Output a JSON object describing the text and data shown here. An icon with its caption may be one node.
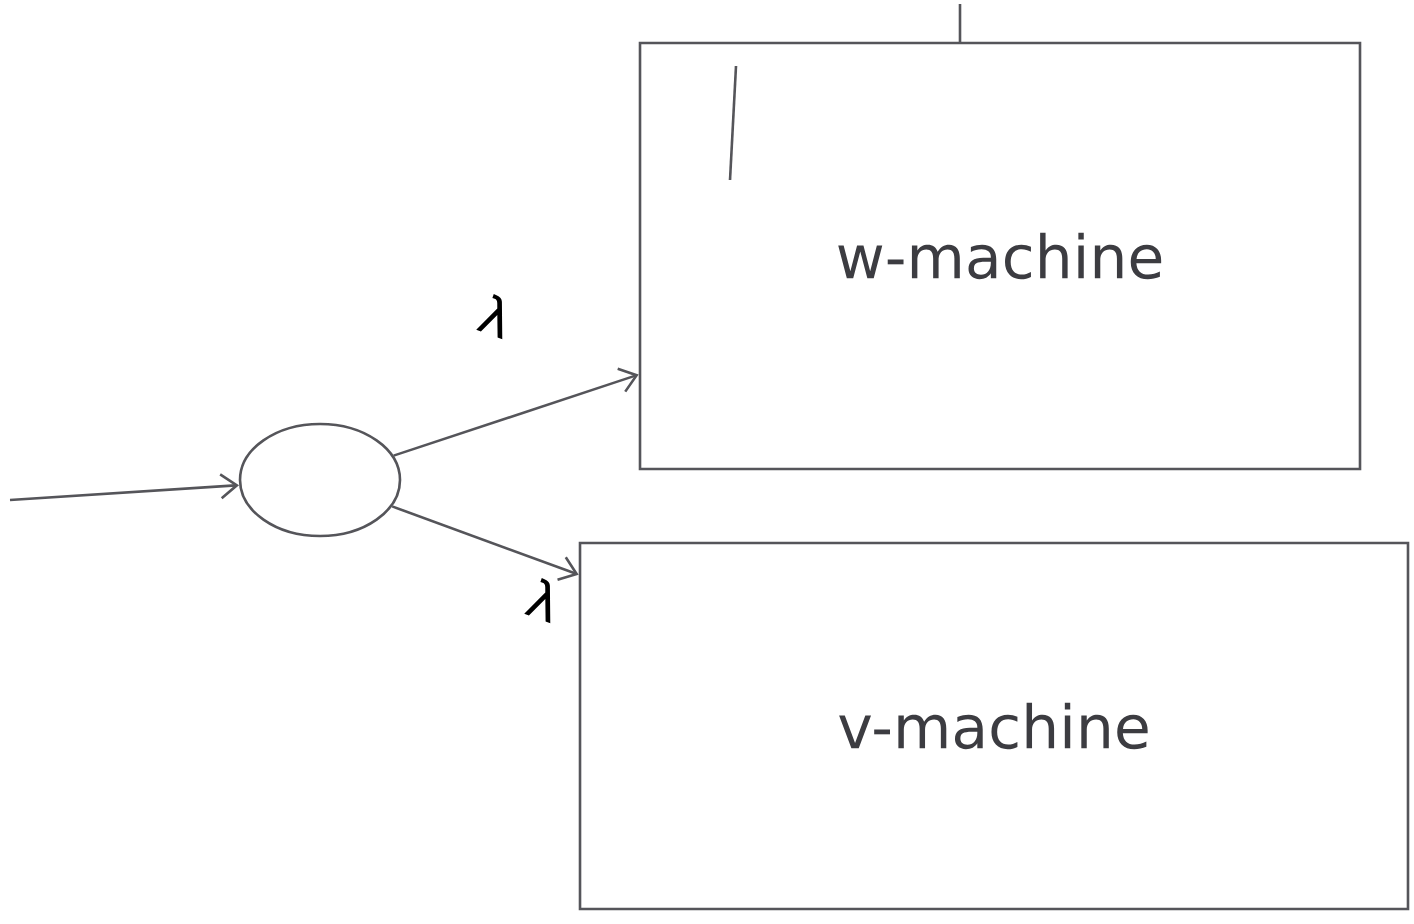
{
  "diagram": {
    "nodes": [
      {
        "text": [],
        "shape": "circle"
      },
      {
        "text": [
          "w-machine"
        ]
      },
      {
        "text": [
          "v-machine"
        ]
      }
    ],
    "edges": [
      {
        "from": null,
        "to": 0,
        "arrow": "to"
      },
      {
        "from": 0,
        "to": 1,
        "arrow": "to",
        "label": "λ"
      },
      {
        "from": 0,
        "to": 2,
        "arrow": "to",
        "label": "λ"
      }
    ]
  }
}
